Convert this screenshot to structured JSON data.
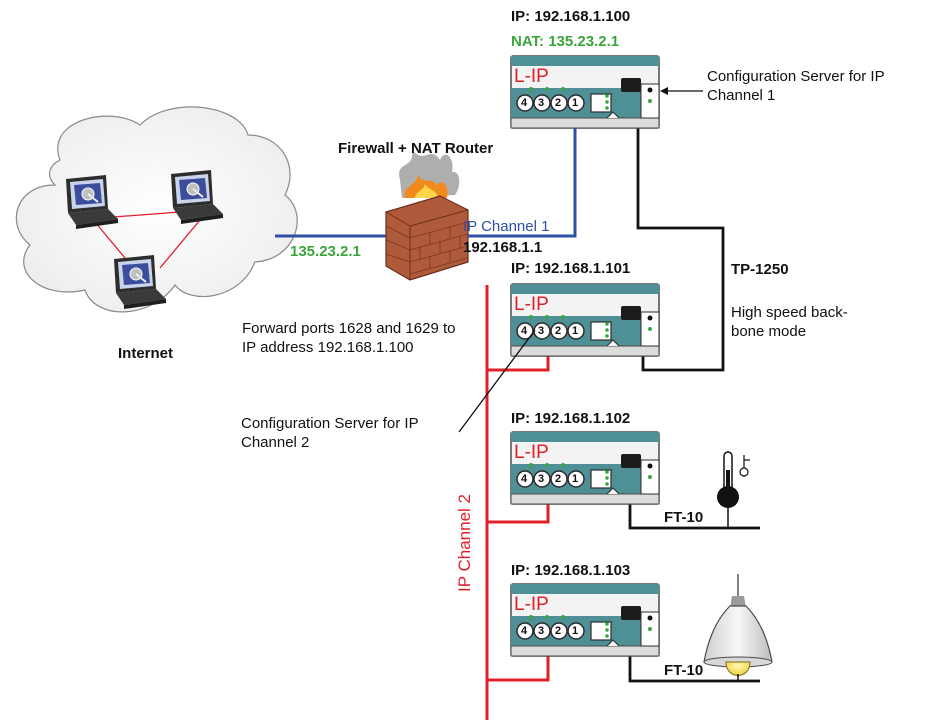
{
  "colors": {
    "channel1_line": "#2d4fa8",
    "channel2_line": "#e01f2a",
    "backbone_line": "#111111",
    "nat_green": "#3aa53a",
    "device_teal": "#4f8f96",
    "device_body": "#f2f2f2",
    "firewall_brick": "#b05a3c",
    "fire": "#f08a1c"
  },
  "devices": [
    {
      "ip": "IP: 192.168.1.100",
      "nat": "NAT: 135.23.2.1",
      "brand": "L-IP",
      "ports": [
        "4",
        "3",
        "2",
        "1"
      ]
    },
    {
      "ip": "IP: 192.168.1.101",
      "brand": "L-IP",
      "ports": [
        "4",
        "3",
        "2",
        "1"
      ]
    },
    {
      "ip": "IP: 192.168.1.102",
      "brand": "L-IP",
      "ports": [
        "4",
        "3",
        "2",
        "1"
      ]
    },
    {
      "ip": "IP: 192.168.1.103",
      "brand": "L-IP",
      "ports": [
        "4",
        "3",
        "2",
        "1"
      ]
    }
  ],
  "labels": {
    "config_server_1": "Configuration Server for IP Channel 1",
    "firewall": "Firewall + NAT Router",
    "ip_channel_1": "IP Channel 1",
    "router_ip": "192.168.1.1",
    "public_ip": "135.23.2.1",
    "internet": "Internet",
    "forward_ports": "Forward ports 1628 and 1629 to IP address 192.168.1.100",
    "tp1250": "TP-1250",
    "backbone": "High speed back-bone mode",
    "config_server_2": "Configuration Server for IP Channel 2",
    "ip_channel_2": "IP Channel 2",
    "ft10_a": "FT-10",
    "ft10_b": "FT-10"
  },
  "icons": [
    "laptop-icon",
    "firewall-icon",
    "thermometer-icon",
    "lamp-icon",
    "cloud-icon"
  ]
}
